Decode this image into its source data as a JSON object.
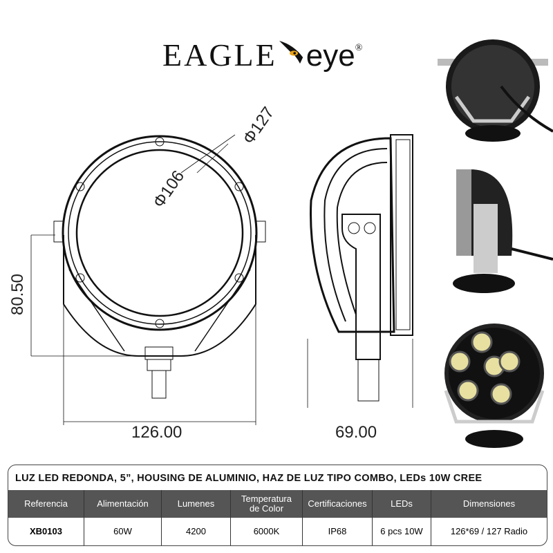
{
  "logo": {
    "text_main": "EAGLE",
    "text_eye": "eye",
    "mark": "®"
  },
  "drawing": {
    "dim_outer": "Φ127",
    "dim_inner": "Φ106",
    "dim_height": "80.50",
    "dim_width": "126.00",
    "dim_depth": "69.00"
  },
  "table": {
    "title": "LUZ LED REDONDA,  5”, HOUSING DE ALUMINIO, HAZ DE LUZ TIPO COMBO, LEDs 10W CREE",
    "headers": [
      "Referencia",
      "Alimentación",
      "Lumenes",
      "Temperatura de Color",
      "Certificaciones",
      "LEDs",
      "Dimensiones"
    ],
    "values": [
      "XB0103",
      "60W",
      "4200",
      "6000K",
      "IP68",
      "6 pcs 10W",
      "126*69 / 127 Radio"
    ]
  },
  "colors": {
    "header_bg": "#555555",
    "logo_eye": "#e8a317"
  }
}
